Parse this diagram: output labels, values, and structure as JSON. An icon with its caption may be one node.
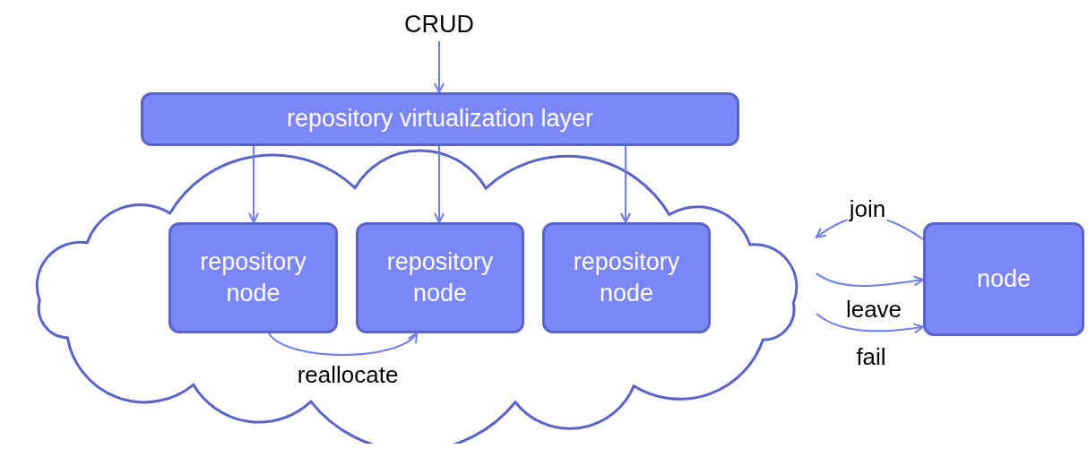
{
  "diagram": {
    "nodes": [
      {
        "text": [
          "CRUD"
        ]
      },
      {
        "text": [
          "repository virtualization layer"
        ]
      },
      {
        "text": [],
        "shape": "cloud"
      },
      {
        "text": [
          "repository node"
        ],
        "in": 2
      },
      {
        "text": [
          "repository node"
        ],
        "in": 2
      },
      {
        "text": [
          "repository node"
        ],
        "in": 2
      },
      {
        "text": [
          "node"
        ]
      }
    ],
    "edges": [
      {
        "from": 0,
        "to": 1,
        "arrow": "to"
      },
      {
        "from": 1,
        "to": 3,
        "arrow": "to"
      },
      {
        "from": 1,
        "to": 4,
        "arrow": "to"
      },
      {
        "from": 1,
        "to": 5,
        "arrow": "to"
      },
      {
        "from": 6,
        "to": 2,
        "label": "join",
        "arrow": "to"
      },
      {
        "from": 2,
        "to": 6,
        "label": "leave",
        "arrow": "to"
      },
      {
        "from": 2,
        "to": 6,
        "label": "fail",
        "arrow": "to"
      },
      {
        "from": 3,
        "to": 4,
        "label": "reallocate",
        "arrow": "to"
      }
    ]
  }
}
